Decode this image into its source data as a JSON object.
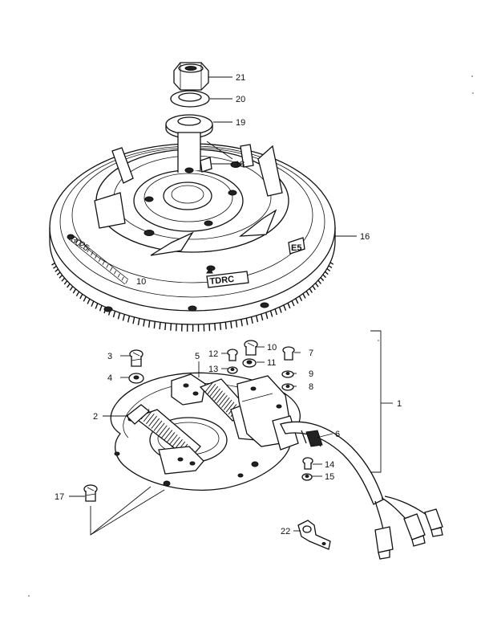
{
  "callouts": {
    "c1": "1",
    "c2": "2",
    "c3": "3",
    "c4": "4",
    "c5": "5",
    "c6": "6",
    "c7": "7",
    "c8": "8",
    "c9": "9",
    "c10": "10",
    "c11": "11",
    "c12": "12",
    "c13": "13",
    "c14": "14",
    "c15": "15",
    "c16": "16",
    "c17": "17",
    "c18": "18",
    "c19": "19",
    "c20": "20",
    "c21": "21",
    "c22": "22"
  },
  "flywheel_marks": {
    "stamp": "TDRC",
    "scale_30": "30",
    "scale_25": "25",
    "scale_10": "10",
    "badge": "E5"
  }
}
